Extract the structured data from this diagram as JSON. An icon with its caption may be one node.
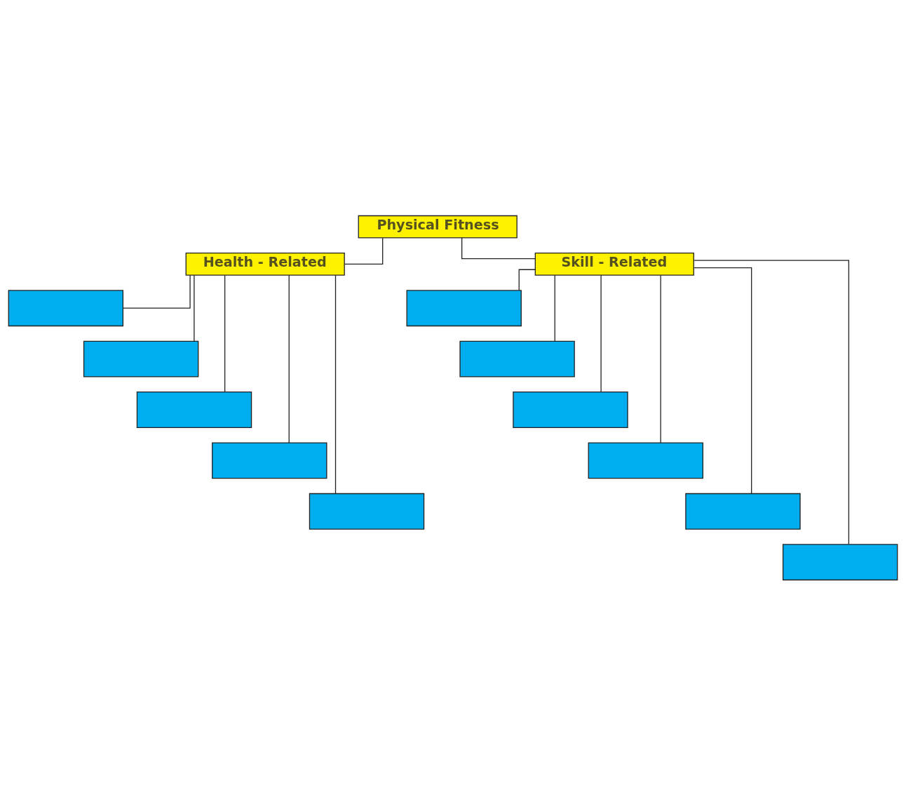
{
  "diagram": {
    "nodes": [
      {
        "text": [
          "Physical Fitness"
        ]
      },
      {
        "text": [
          "Health - Related"
        ]
      },
      {
        "text": [
          "Skill - Related"
        ]
      },
      {
        "text": [],
        "shape": "box"
      },
      {
        "text": [],
        "shape": "box"
      },
      {
        "text": [],
        "shape": "box"
      },
      {
        "text": [],
        "shape": "box"
      },
      {
        "text": [],
        "shape": "box"
      },
      {
        "text": [],
        "shape": "box"
      },
      {
        "text": [],
        "shape": "box"
      },
      {
        "text": [],
        "shape": "box"
      },
      {
        "text": [],
        "shape": "box"
      },
      {
        "text": [],
        "shape": "box"
      },
      {
        "text": [],
        "shape": "box"
      }
    ],
    "edges": [
      {
        "from": 0,
        "to": 1,
        "arrow": "none"
      },
      {
        "from": 0,
        "to": 2,
        "arrow": "none"
      },
      {
        "from": 1,
        "to": 3,
        "arrow": "none"
      },
      {
        "from": 1,
        "to": 4,
        "arrow": "none"
      },
      {
        "from": 1,
        "to": 5,
        "arrow": "none"
      },
      {
        "from": 1,
        "to": 6,
        "arrow": "none"
      },
      {
        "from": 1,
        "to": 7,
        "arrow": "none"
      },
      {
        "from": 2,
        "to": 8,
        "arrow": "none"
      },
      {
        "from": 2,
        "to": 9,
        "arrow": "none"
      },
      {
        "from": 2,
        "to": 10,
        "arrow": "none"
      },
      {
        "from": 2,
        "to": 11,
        "arrow": "none"
      },
      {
        "from": 2,
        "to": 12,
        "arrow": "none"
      },
      {
        "from": 2,
        "to": 13,
        "arrow": "none"
      }
    ]
  }
}
